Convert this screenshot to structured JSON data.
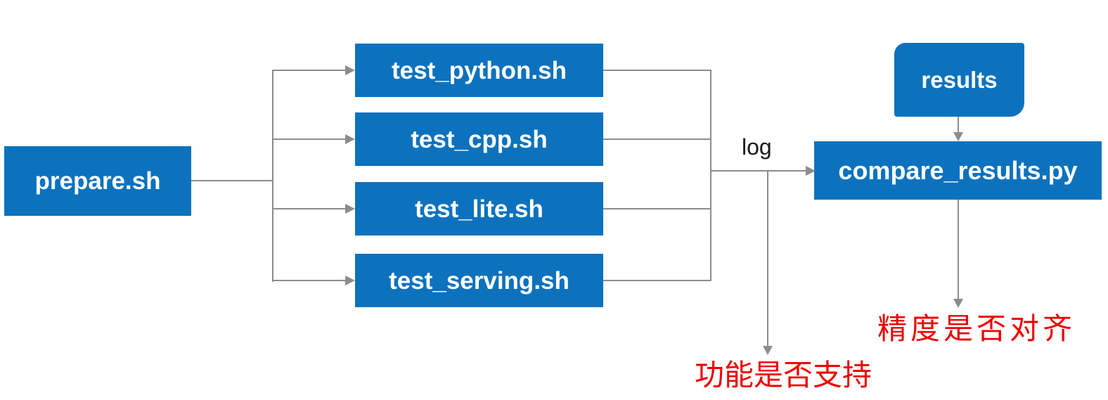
{
  "diagram": {
    "colors": {
      "background": "#ffffff",
      "node_fill": "#0C72BE",
      "node_text": "#ffffff",
      "connector": "#8C8C8C",
      "annotation": "#EE0000"
    },
    "nodes": {
      "prepare": {
        "label": "prepare.sh"
      },
      "test_python": {
        "label": "test_python.sh"
      },
      "test_cpp": {
        "label": "test_cpp.sh"
      },
      "test_lite": {
        "label": "test_lite.sh"
      },
      "test_serving": {
        "label": "test_serving.sh"
      },
      "results": {
        "label": "results"
      },
      "compare": {
        "label": "compare_results.py"
      }
    },
    "edge_labels": {
      "log": "log"
    },
    "annotations": {
      "function_check": "功能是否支持",
      "accuracy_check": "精度是否对齐"
    }
  }
}
